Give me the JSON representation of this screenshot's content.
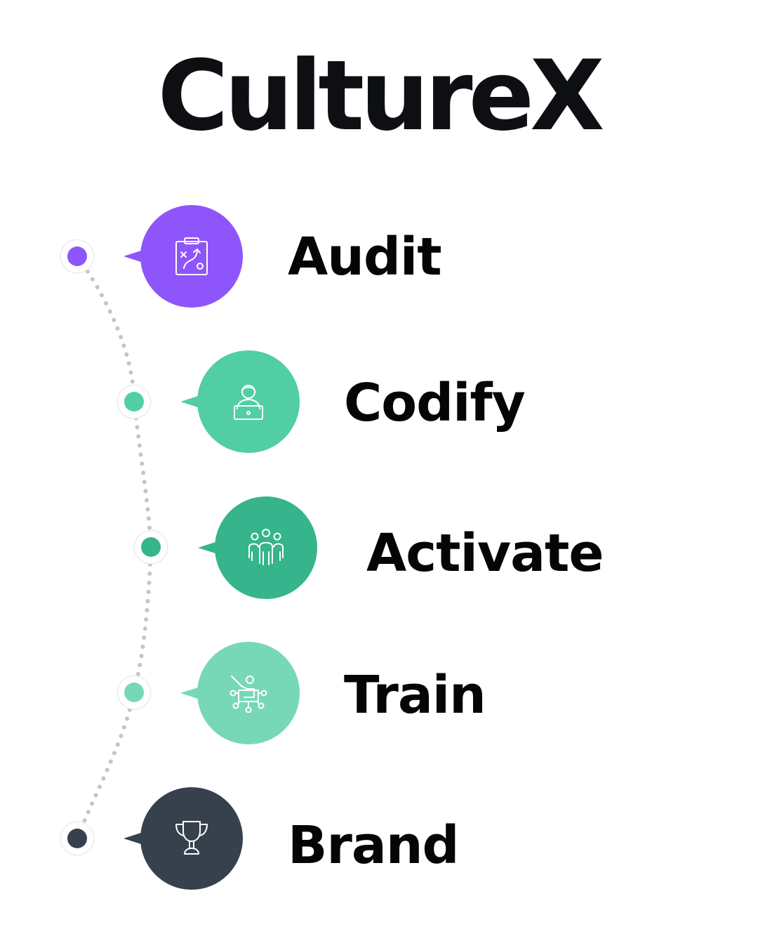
{
  "title": "CultureX",
  "colors": {
    "audit": "#8e55fb",
    "codify": "#51cea4",
    "activate": "#36b48c",
    "train": "#77d8b8",
    "brand": "#37414d",
    "connector": "#c5c5c5"
  },
  "steps": [
    {
      "label": "Audit",
      "icon": "clipboard-strategy-icon"
    },
    {
      "label": "Codify",
      "icon": "person-laptop-icon"
    },
    {
      "label": "Activate",
      "icon": "team-group-icon"
    },
    {
      "label": "Train",
      "icon": "presenter-network-icon"
    },
    {
      "label": "Brand",
      "icon": "trophy-icon"
    }
  ]
}
